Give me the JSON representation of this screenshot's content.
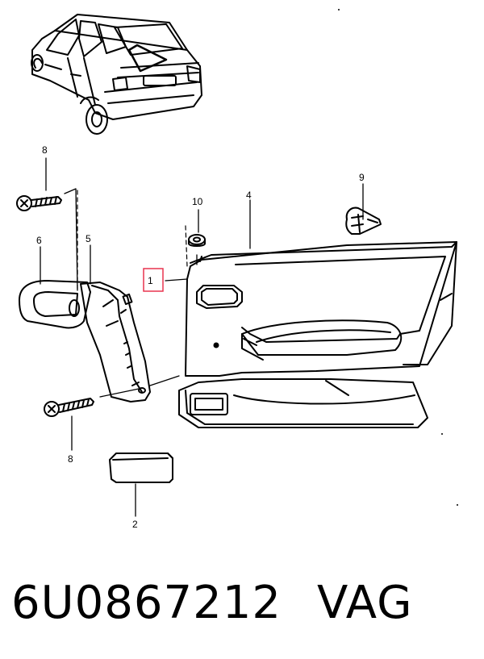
{
  "callouts": {
    "c1": "1",
    "c2": "2",
    "c4": "4",
    "c5": "5",
    "c6": "6",
    "c8a": "8",
    "c8b": "8",
    "c9": "9",
    "c10": "10"
  },
  "highlight_color": "#e8344f",
  "caption": {
    "part_number": "6U0867212",
    "brand": "VAG"
  }
}
